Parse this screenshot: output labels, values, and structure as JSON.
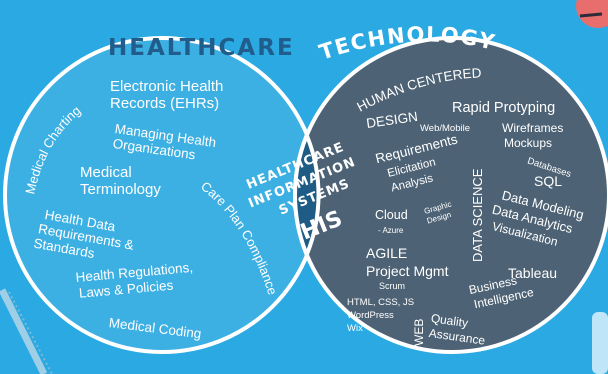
{
  "colors": {
    "background": "#2aa9e2",
    "healthcare_circle": "#3db0e3",
    "technology_circle": "#4d6274",
    "overlap": "#1e5c85",
    "outline": "#ffffff",
    "healthcare_title": "#215d8c",
    "technology_title": "#ffffff"
  },
  "healthcare": {
    "title": "HEALTHCARE",
    "ehr_line1": "Electronic Health",
    "ehr_line2": "Records (EHRs)",
    "managing_line1": "Managing Health",
    "managing_line2": "Organizations",
    "medical_charting": "Medical Charting",
    "terminology_line1": "Medical",
    "terminology_line2": "Terminology",
    "care_plan": "Care Plan Compliance",
    "data_req_line1": "Health Data",
    "data_req_line2": "Requirements &",
    "data_req_line3": "Standards",
    "regulations_line1": "Health Regulations,",
    "regulations_line2": "Laws & Policies",
    "medical_coding": "Medical Coding"
  },
  "overlap": {
    "line1": "HEALTHCARE",
    "line2": "INFORMATION",
    "line3": "SYSTEMS",
    "abbr": "HIS"
  },
  "technology": {
    "title": "TECHNOLOGY",
    "hcd_line1": "HUMAN CENTERED",
    "hcd_line2": "DESIGN",
    "rapid_prototyping": "Rapid Protyping",
    "web_mobile": "Web/Mobile",
    "wireframes": "Wireframes",
    "mockups": "Mockups",
    "requirements": "Requirements",
    "elicitation": "Elicitation",
    "analysis": "Analysis",
    "data_science": "DATA SCIENCE",
    "databases": "Databases",
    "sql": "SQL",
    "data_modeling": "Data Modeling",
    "data_analytics": "Data Analytics",
    "visualization": "Visualization",
    "cloud": "Cloud",
    "azure": "- Azure",
    "graphic_line1": "Graphic",
    "graphic_line2": "Design",
    "agile": "AGILE",
    "project_mgmt": "Project Mgmt",
    "scrum": "Scrum",
    "tableau": "Tableau",
    "bi_line1": "Business",
    "bi_line2": "Intelligence",
    "html_css_js": "HTML, CSS, JS",
    "wordpress": "WordPress",
    "wix": "Wix",
    "web": "WEB",
    "quality": "Quality",
    "assurance": "Assurance"
  }
}
